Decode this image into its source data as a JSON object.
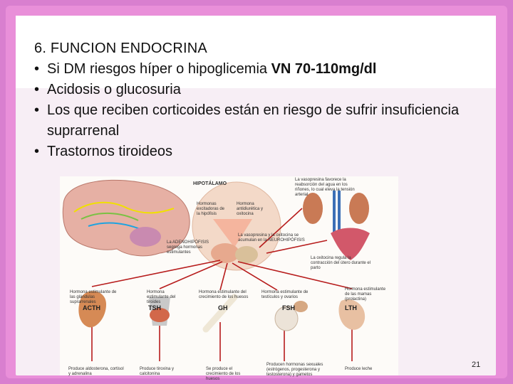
{
  "slide": {
    "heading": "6. FUNCION ENDOCRINA",
    "bullets": [
      {
        "text": "Si DM riesgos híper o hipoglicemia ",
        "bold": "VN 70-110mg/dl"
      },
      {
        "text": "Acidosis o glucosuria",
        "bold": ""
      },
      {
        "text": "Los que reciben corticoides están en riesgo de sufrir insuficiencia suprarrenal",
        "bold": ""
      },
      {
        "text": "Trastornos tiroideos",
        "bold": ""
      }
    ],
    "page_number": "21"
  },
  "figure": {
    "hypothalamus": "HIPOTÁLAMO",
    "releasing_hormones": "Hormonas excitadoras de la hipófisis",
    "adh_oxytocin": "Hormona antidiurética y oxitocina",
    "adenohypophysis": "La ADENOHIPÓFISIS segrega hormonas estimulantes",
    "neurohypophysis": "La vasopresina y la oxitocina se acumulan en la NEUROHIPÓFISIS",
    "vasopressin_note": "La vasopresina favorece la reabsorción del agua en los riñones, lo cual eleva la tensión arterial",
    "oxytocin_note": "La oxitocina regula la contracción del útero durante el parto",
    "hormones": [
      {
        "name": "ACTH",
        "desc": "Hormona estimulante de las glándulas suprarrenales",
        "effect": "Produce aldosterona, cortisol y adrenalina"
      },
      {
        "name": "TSH",
        "desc": "Hormona estimulante del tiroides",
        "effect": "Produce tiroxina y calcitonina"
      },
      {
        "name": "GH",
        "desc": "Hormona estimulante del crecimiento de los huesos",
        "effect": "Se produce el crecimiento de los huesos"
      },
      {
        "name": "FSH",
        "desc": "Hormona estimulante de testículos y ovarios",
        "effect": "Producen hormonas sexuales (estrógenos, progesterona y testosterona) y gametos"
      },
      {
        "name": "LTH",
        "desc": "Hormona estimulante de las mamas (prolactina)",
        "effect": "Produce leche"
      }
    ]
  }
}
